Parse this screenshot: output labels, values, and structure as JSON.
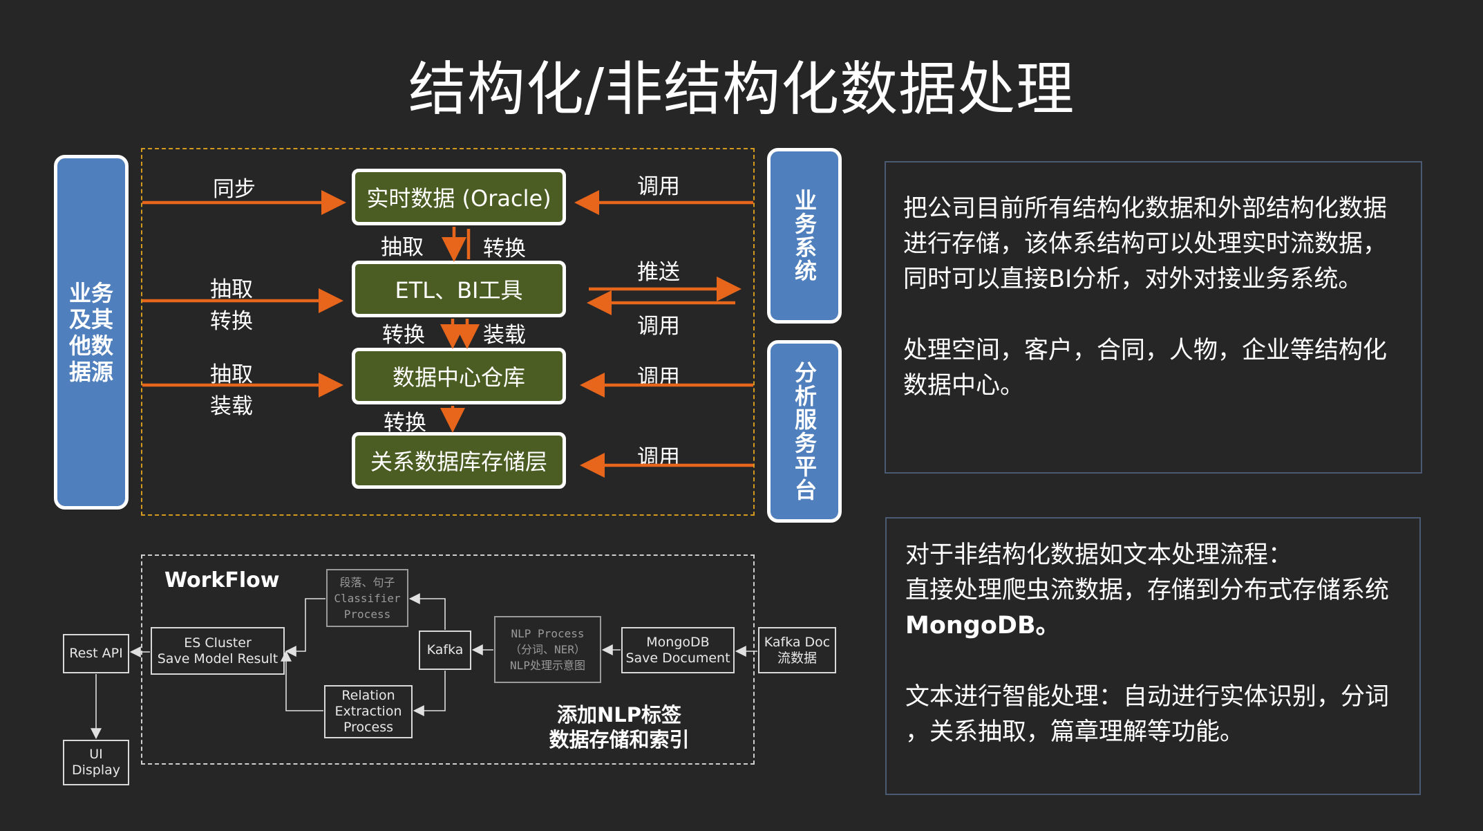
{
  "slide": {
    "title": "结构化/非结构化数据处理"
  },
  "colors": {
    "orange": "#e8661c",
    "blue": "#4f7fbd",
    "green": "#4c5d23",
    "dashed": "#d49a1e",
    "background": "#262626"
  },
  "structured": {
    "left_source": "业务及其他数据源",
    "right_business": "业务系统",
    "right_analytics": "分析服务平台",
    "boxes": [
      "实时数据 (Oracle)",
      "ETL、BI工具",
      "数据中心仓库",
      "关系数据库存储层"
    ],
    "left_labels": {
      "sync": "同步",
      "extract1": "抽取",
      "transform1": "转换",
      "extract2": "抽取",
      "load": "装载"
    },
    "center_labels": {
      "extract": "抽取",
      "transform_a": "转换",
      "transform_b": "转换",
      "load": "装载",
      "transform_c": "转换"
    },
    "right_labels": {
      "call1": "调用",
      "push": "推送",
      "call2": "调用",
      "call3": "调用",
      "call4": "调用"
    }
  },
  "panels": {
    "structured_desc": {
      "line1": "把公司目前所有结构化数据和外部结构化数据",
      "line2": "进行存储，该体系结构可以处理实时流数据，",
      "line3": "同时可以直接BI分析，对外对接业务系统。",
      "line4": "处理空间，客户，合同，人物，企业等结构化",
      "line5": "数据中心。"
    },
    "unstructured_desc": {
      "line1": "对于非结构化数据如文本处理流程：",
      "line2": "直接处理爬虫流数据，存储到分布式存储系统",
      "line3": "MongoDB。",
      "line4": "文本进行智能处理：自动进行实体识别，分词",
      "line5": "，关系抽取，篇章理解等功能。"
    }
  },
  "workflow": {
    "title": "WorkFlow",
    "rest_api": "Rest API",
    "ui_display": {
      "line1": "UI",
      "line2": "Display"
    },
    "es_cluster": {
      "line1": "ES Cluster",
      "line2": "Save Model Result"
    },
    "classifier": {
      "line1": "段落、句子",
      "line2": "Classifier",
      "line3": "Process"
    },
    "relation": {
      "line1": "Relation",
      "line2": "Extraction",
      "line3": "Process"
    },
    "kafka": "Kafka",
    "nlp": {
      "line1": "NLP Process",
      "line2": "（分词、NER）",
      "line3": "NLP处理示意图"
    },
    "mongodb": {
      "line1": "MongoDB",
      "line2": "Save Document"
    },
    "kafka_doc": {
      "line1": "Kafka Doc",
      "line2": "流数据"
    },
    "note": {
      "line1": "添加NLP标签",
      "line2": "数据存储和索引"
    }
  }
}
